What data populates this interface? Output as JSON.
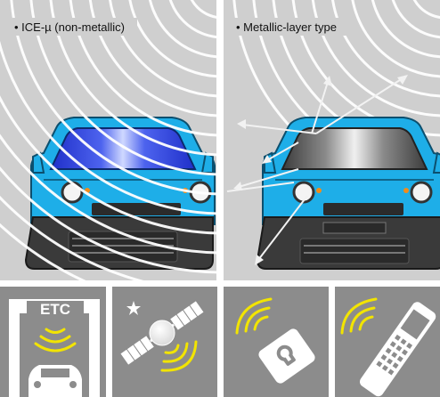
{
  "panels": {
    "left": {
      "label": "• ICE-µ (non-metallic)"
    },
    "right": {
      "label": "• Metallic-layer type"
    }
  },
  "tiles": {
    "etc": {
      "sign": "ETC",
      "icon": "etc-gate-icon"
    },
    "gps": {
      "icon": "gps-satellite-icon"
    },
    "keycard": {
      "icon": "smart-key-icon"
    },
    "phone": {
      "icon": "mobile-phone-icon"
    }
  },
  "colors": {
    "panel_bg": "#cfcfcf",
    "tile_bg": "#8c8c8c",
    "car_body": "#1eaee8",
    "car_dark": "#2b2b2b",
    "glass_blue": "#2a3ed8",
    "glass_metal": "#6e6e6e",
    "signal_yellow": "#f2e400",
    "wave_white": "#ffffff"
  }
}
